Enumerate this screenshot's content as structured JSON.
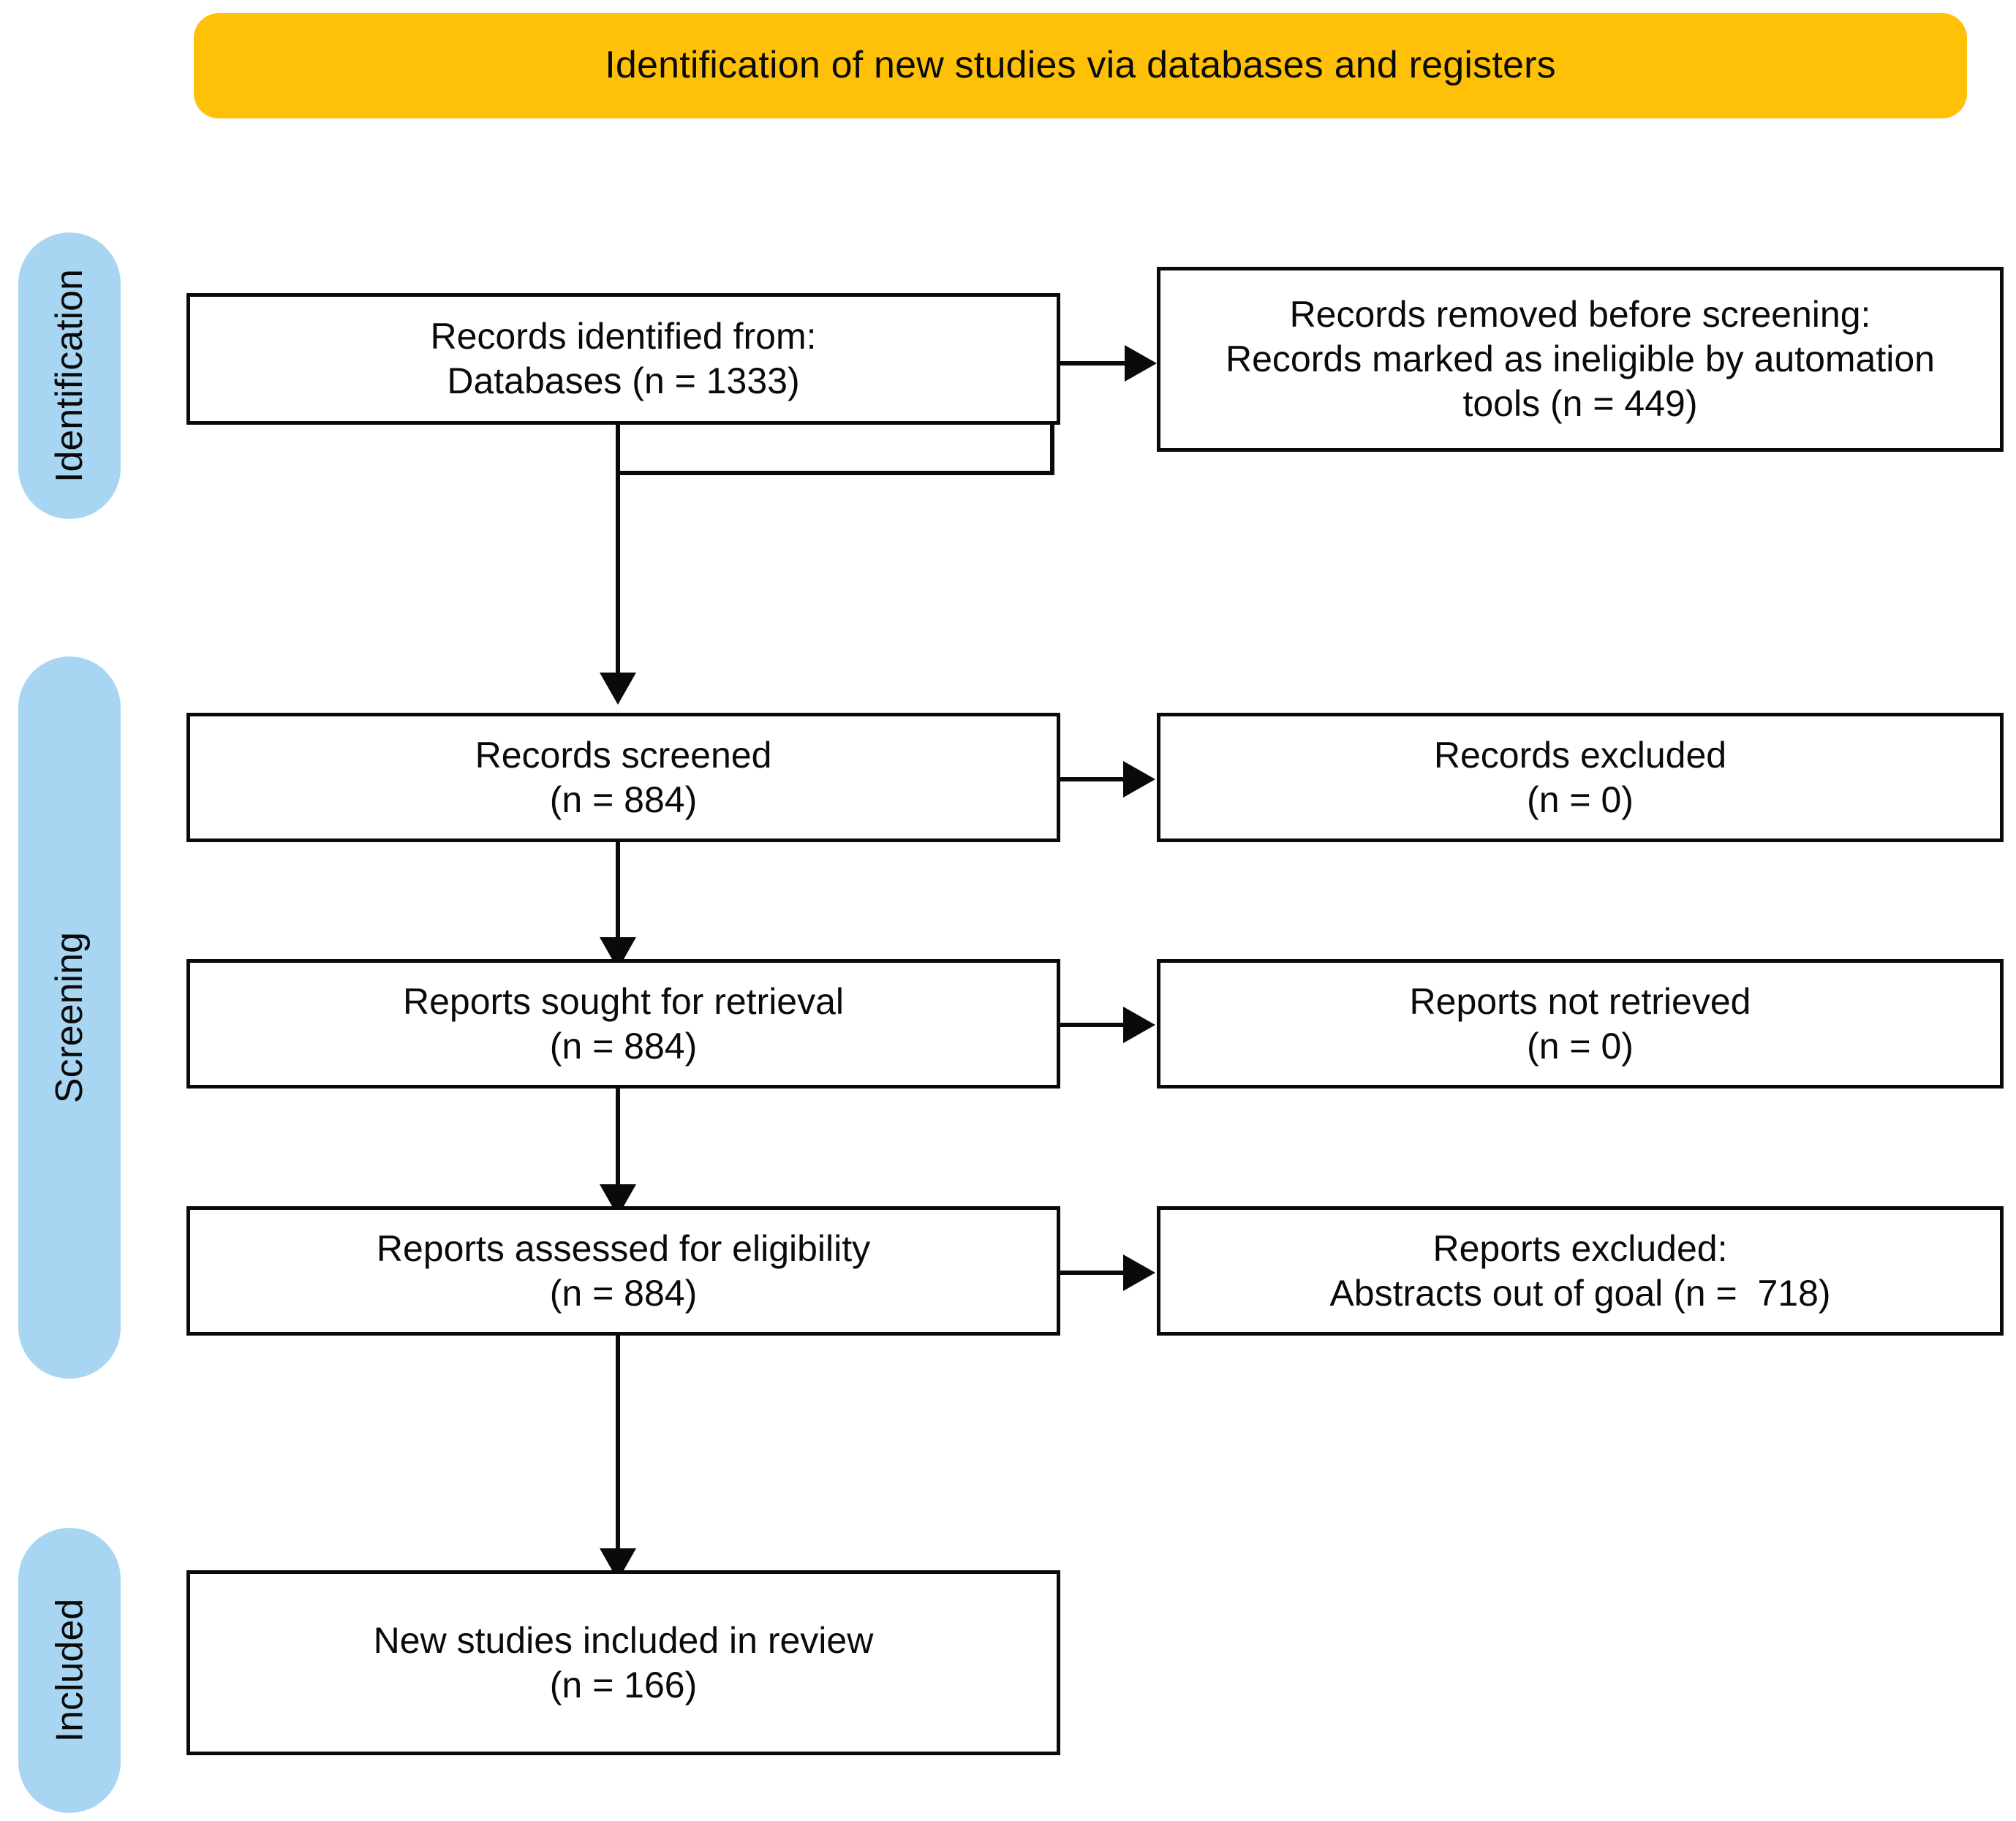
{
  "diagram": {
    "type": "prisma-flow-diagram",
    "banner": {
      "title": "Identification of new studies via databases and registers",
      "color": "#FFC107"
    },
    "stages": [
      {
        "id": "identification",
        "label": "Identification",
        "color": "#A8D5F2"
      },
      {
        "id": "screening",
        "label": "Screening",
        "color": "#A8D5F2"
      },
      {
        "id": "included",
        "label": "Included",
        "color": "#A8D5F2"
      }
    ],
    "nodes": {
      "records_identified": {
        "line1": "Records identified from:",
        "line2": "Databases (n = 1333)"
      },
      "records_removed": {
        "line1": "Records removed before screening:",
        "line2": "Records marked as ineligible by automation",
        "line3": "tools (n = 449)"
      },
      "records_screened": {
        "line1": "Records screened",
        "line2": "(n = 884)"
      },
      "records_excluded": {
        "line1": "Records excluded",
        "line2": "(n = 0)"
      },
      "reports_sought": {
        "line1": "Reports sought for retrieval",
        "line2": "(n = 884)"
      },
      "reports_not_retrieved": {
        "line1": "Reports not retrieved",
        "line2": "(n = 0)"
      },
      "reports_assessed": {
        "line1": "Reports assessed for eligibility",
        "line2": "(n = 884)"
      },
      "reports_excluded": {
        "line1": "Reports excluded:",
        "line2": "Abstracts out of goal (n =  718)"
      },
      "new_studies_included": {
        "line1": "New studies included in review",
        "line2": "(n = 166)"
      }
    },
    "counts": {
      "databases_identified": 1333,
      "removed_automation_tools": 449,
      "screened": 884,
      "excluded_at_screening": 0,
      "sought_for_retrieval": 884,
      "not_retrieved": 0,
      "assessed_for_eligibility": 884,
      "excluded_abstracts_out_of_goal": 718,
      "included_in_review": 166
    }
  }
}
